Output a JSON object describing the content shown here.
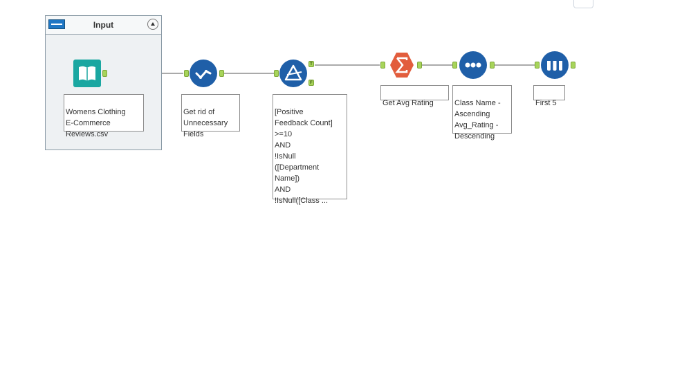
{
  "container": {
    "title": "Input"
  },
  "tools": [
    {
      "name": "input",
      "label": "Womens Clothing\nE-Commerce\nReviews.csv",
      "color": "#1aa7a1",
      "icon": "book-icon"
    },
    {
      "name": "select",
      "label": "Get rid of\nUnnecessary\nFields",
      "color": "#1f5fa8",
      "icon": "check-path-icon"
    },
    {
      "name": "filter",
      "label": "[Positive\nFeedback Count]\n>=10\nAND\n!IsNull\n([Department\nName])\nAND\n!IsNull([Class ...",
      "color": "#1f5fa8",
      "icon": "filter-triangle-icon",
      "anchors": {
        "true": "T",
        "false": "F"
      }
    },
    {
      "name": "summarize",
      "label": "Get Avg Rating",
      "color": "#e25d3d",
      "icon": "sigma-icon"
    },
    {
      "name": "sort",
      "label": "Class Name -\nAscending\nAvg_Rating -\nDescending",
      "color": "#1f5fa8",
      "icon": "three-dots-icon"
    },
    {
      "name": "sample",
      "label": "First 5",
      "color": "#1f5fa8",
      "icon": "test-tubes-icon"
    }
  ]
}
